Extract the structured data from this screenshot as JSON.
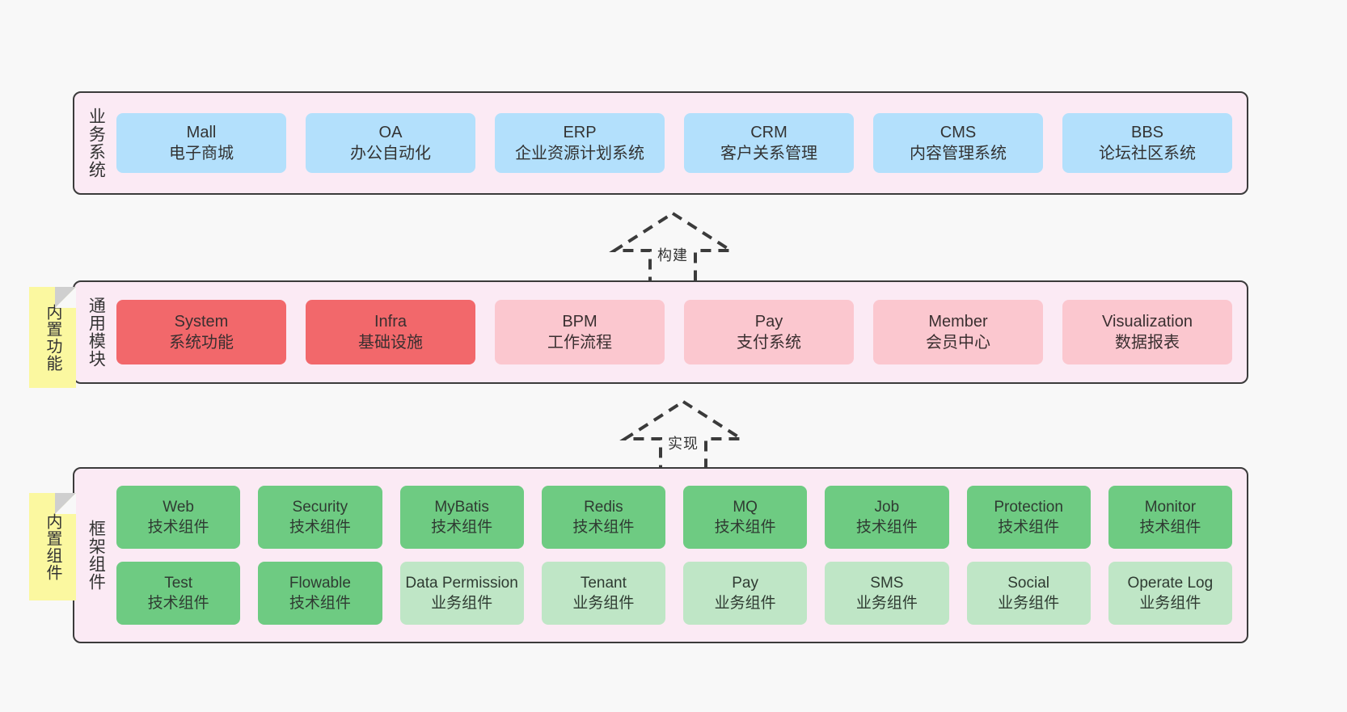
{
  "diagram": {
    "title_visible": false,
    "background": "#f8f8f8",
    "accents": {
      "layer_fill": "#fbeaf4",
      "layer_border": "#3b3b3b",
      "business_box": "#b3e0fc",
      "core_module_box": "#f2686b",
      "module_box": "#fbc7cf",
      "tech_component_box": "#6ecb82",
      "biz_component_box": "#bfe6c6",
      "note_fill": "#fbf8a0",
      "note_fold": "#cfcfcf"
    }
  },
  "layers": {
    "business": {
      "label": "业务系统",
      "boxes": [
        {
          "name": "Mall",
          "desc": "电子商城"
        },
        {
          "name": "OA",
          "desc": "办公自动化"
        },
        {
          "name": "ERP",
          "desc": "企业资源计划系统"
        },
        {
          "name": "CRM",
          "desc": "客户关系管理"
        },
        {
          "name": "CMS",
          "desc": "内容管理系统"
        },
        {
          "name": "BBS",
          "desc": "论坛社区系统"
        }
      ]
    },
    "common": {
      "label": "通用模块",
      "boxes": [
        {
          "name": "System",
          "desc": "系统功能"
        },
        {
          "name": "Infra",
          "desc": "基础设施"
        },
        {
          "name": "BPM",
          "desc": "工作流程"
        },
        {
          "name": "Pay",
          "desc": "支付系统"
        },
        {
          "name": "Member",
          "desc": "会员中心"
        },
        {
          "name": "Visualization",
          "desc": "数据报表"
        }
      ]
    },
    "framework": {
      "label": "框架组件",
      "row1": [
        {
          "name": "Web",
          "desc": "技术组件"
        },
        {
          "name": "Security",
          "desc": "技术组件"
        },
        {
          "name": "MyBatis",
          "desc": "技术组件"
        },
        {
          "name": "Redis",
          "desc": "技术组件"
        },
        {
          "name": "MQ",
          "desc": "技术组件"
        },
        {
          "name": "Job",
          "desc": "技术组件"
        },
        {
          "name": "Protection",
          "desc": "技术组件"
        },
        {
          "name": "Monitor",
          "desc": "技术组件"
        }
      ],
      "row2": [
        {
          "name": "Test",
          "desc": "技术组件"
        },
        {
          "name": "Flowable",
          "desc": "技术组件"
        },
        {
          "name": "Data Permission",
          "desc": "业务组件"
        },
        {
          "name": "Tenant",
          "desc": "业务组件"
        },
        {
          "name": "Pay",
          "desc": "业务组件"
        },
        {
          "name": "SMS",
          "desc": "业务组件"
        },
        {
          "name": "Social",
          "desc": "业务组件"
        },
        {
          "name": "Operate Log",
          "desc": "业务组件"
        }
      ]
    }
  },
  "notes": [
    {
      "label": "内置功能"
    },
    {
      "label": "内置组件"
    }
  ],
  "connectors": [
    {
      "label": "构建"
    },
    {
      "label": "实现"
    }
  ]
}
